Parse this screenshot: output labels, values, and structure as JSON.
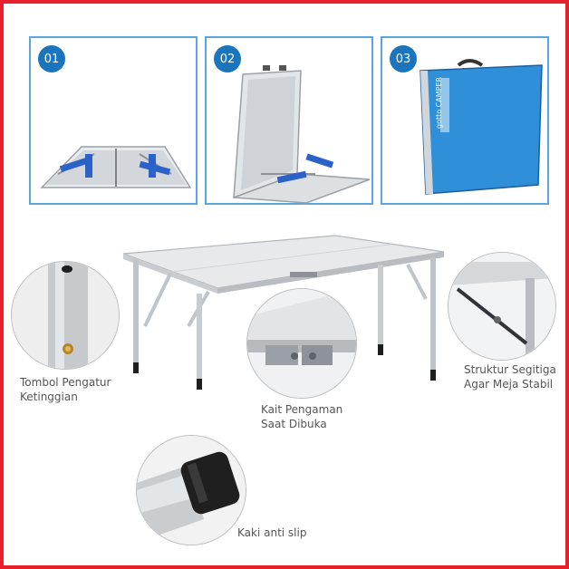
{
  "steps": [
    {
      "number": "01"
    },
    {
      "number": "02"
    },
    {
      "number": "03"
    }
  ],
  "case_logo": "gotto CAMPER",
  "features": {
    "height_button": {
      "line1": "Tombol Pengatur",
      "line2": "Ketinggian"
    },
    "safety_latch": {
      "line1": "Kait Pengaman",
      "line2": "Saat Dibuka"
    },
    "triangle_brace": {
      "line1": "Struktur Segitiga",
      "line2": "Agar Meja Stabil"
    },
    "anti_slip": {
      "line1": "Kaki anti slip"
    }
  },
  "colors": {
    "frame_border": "#e8202a",
    "step_border": "#5aa6dd",
    "badge": "#1b75bc",
    "case_blue": "#2f8fd8",
    "leg_blue": "#2a62c9"
  }
}
